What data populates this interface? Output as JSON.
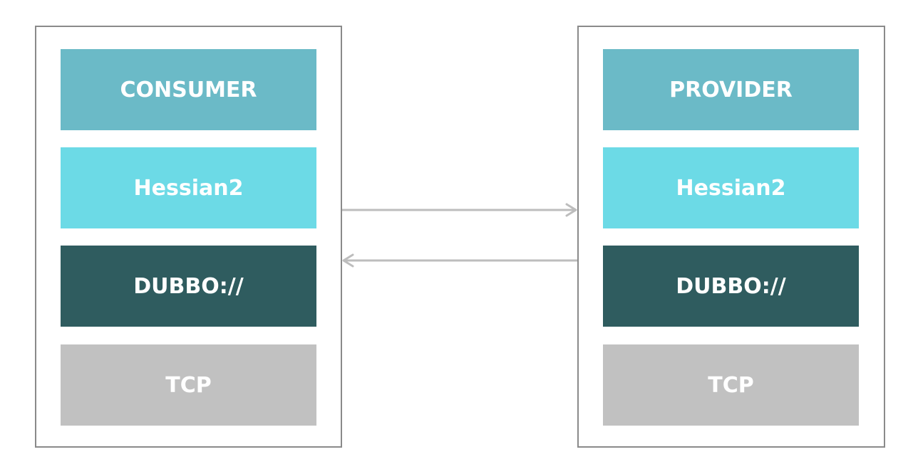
{
  "consumer": {
    "layers": [
      {
        "label": "CONSUMER",
        "color": "#6bbac7"
      },
      {
        "label": "Hessian2",
        "color": "#6cdae6"
      },
      {
        "label": "DUBBO://",
        "color": "#2f5c5f"
      },
      {
        "label": "TCP",
        "color": "#c1c1c1"
      }
    ]
  },
  "provider": {
    "layers": [
      {
        "label": "PROVIDER",
        "color": "#6bbac7"
      },
      {
        "label": "Hessian2",
        "color": "#6cdae6"
      },
      {
        "label": "DUBBO://",
        "color": "#2f5c5f"
      },
      {
        "label": "TCP",
        "color": "#c1c1c1"
      }
    ]
  },
  "colors": {
    "node_border": "#8a8a8a",
    "arrow": "#bdbdbd"
  }
}
